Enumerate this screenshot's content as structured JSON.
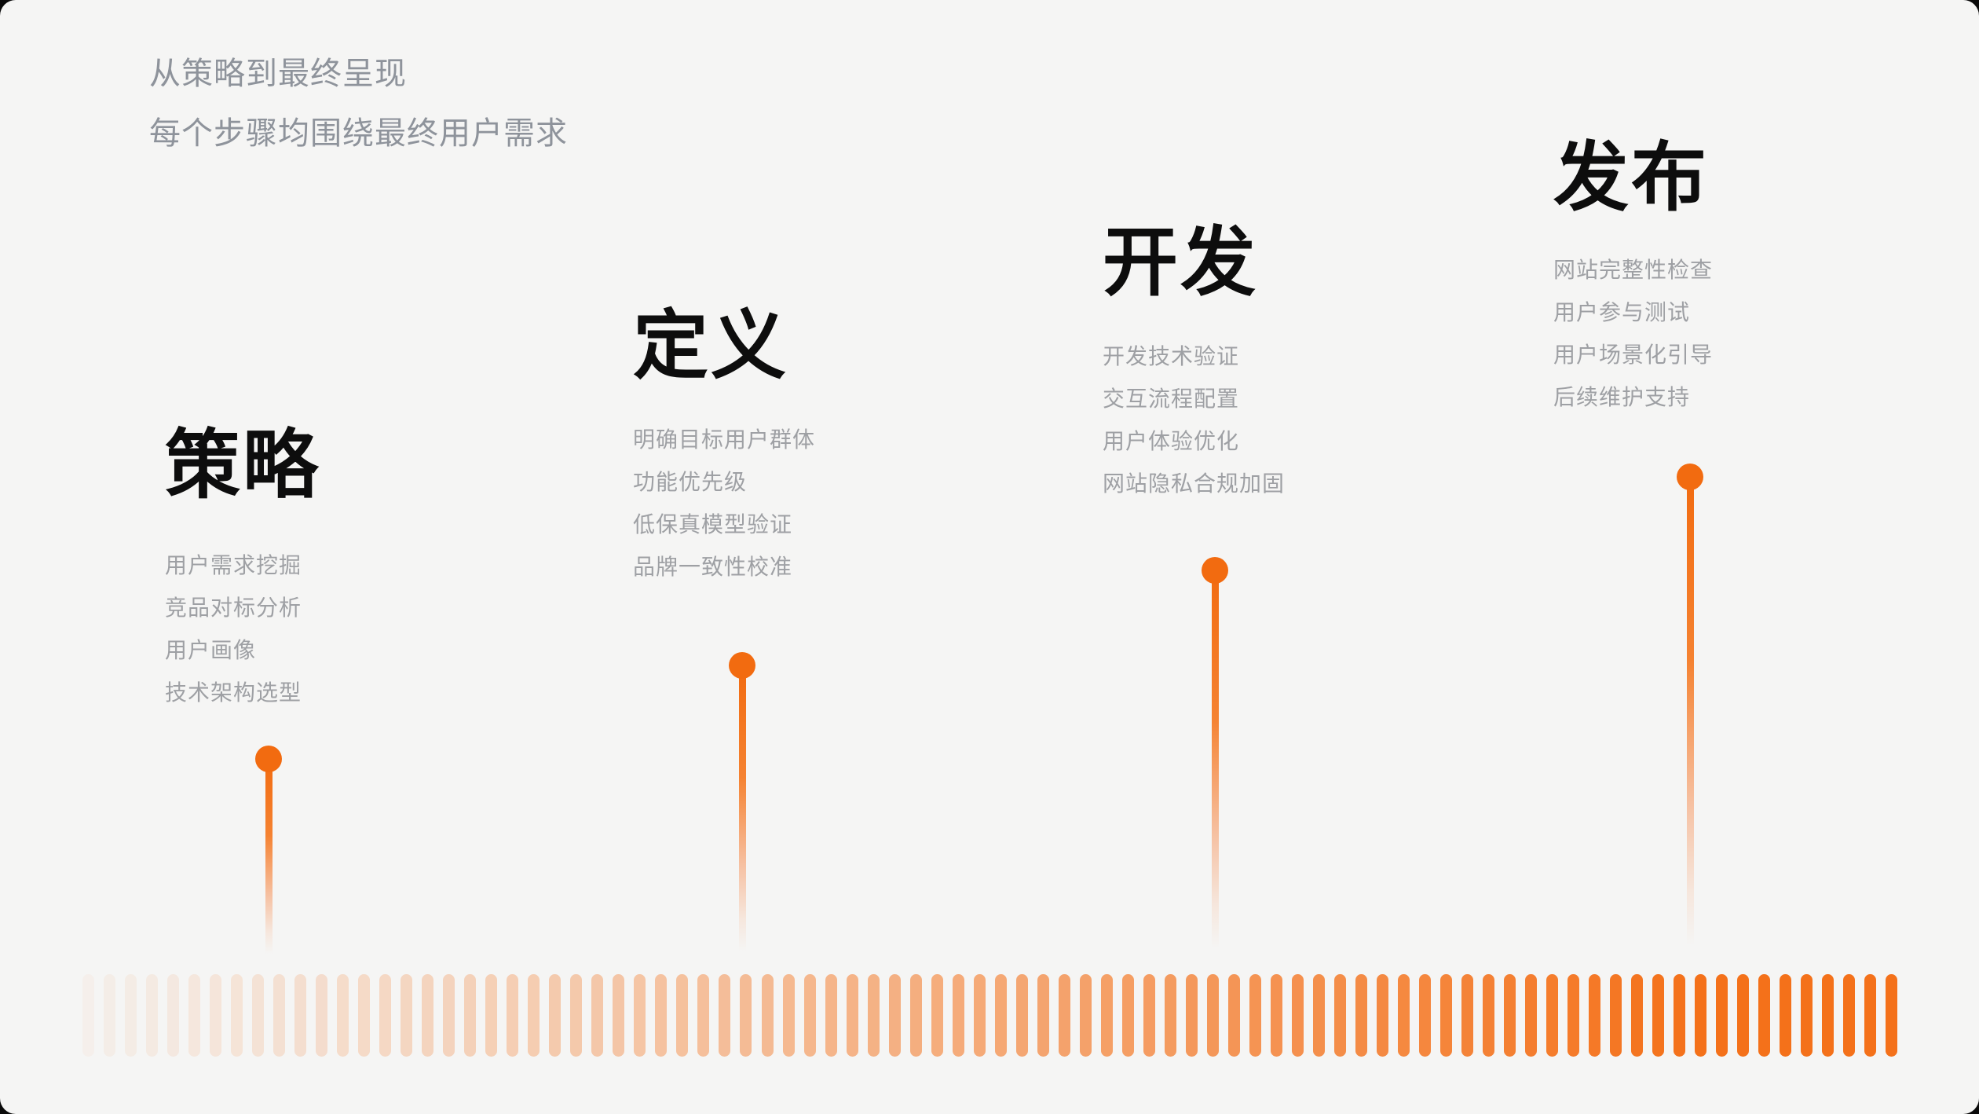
{
  "header": {
    "line1": "从策略到最终呈现",
    "line2": "每个步骤均围绕最终用户需求"
  },
  "stages": [
    {
      "title": "策略",
      "items": [
        "用户需求挖掘",
        "竞品对标分析",
        "用户画像",
        "技术架构选型"
      ]
    },
    {
      "title": "定义",
      "items": [
        "明确目标用户群体",
        "功能优先级",
        "低保真模型验证",
        "品牌一致性校准"
      ]
    },
    {
      "title": "开发",
      "items": [
        "开发技术验证",
        "交互流程配置",
        "用户体验优化",
        "网站隐私合规加固"
      ]
    },
    {
      "title": "发布",
      "items": [
        "网站完整性检查",
        "用户参与测试",
        "用户场景化引导",
        "后续维护支持"
      ]
    }
  ],
  "bar": {
    "stripe_count": 86,
    "min_opacity": 0.04
  },
  "colors": {
    "background": "#F5F5F4",
    "outside": "#0A0A0A",
    "accent": "#F26B10",
    "stripe": "#F4711A",
    "title_text": "#0D0D0D",
    "subtitle_text": "#8E939B",
    "item_text": "#9EA0A4"
  }
}
